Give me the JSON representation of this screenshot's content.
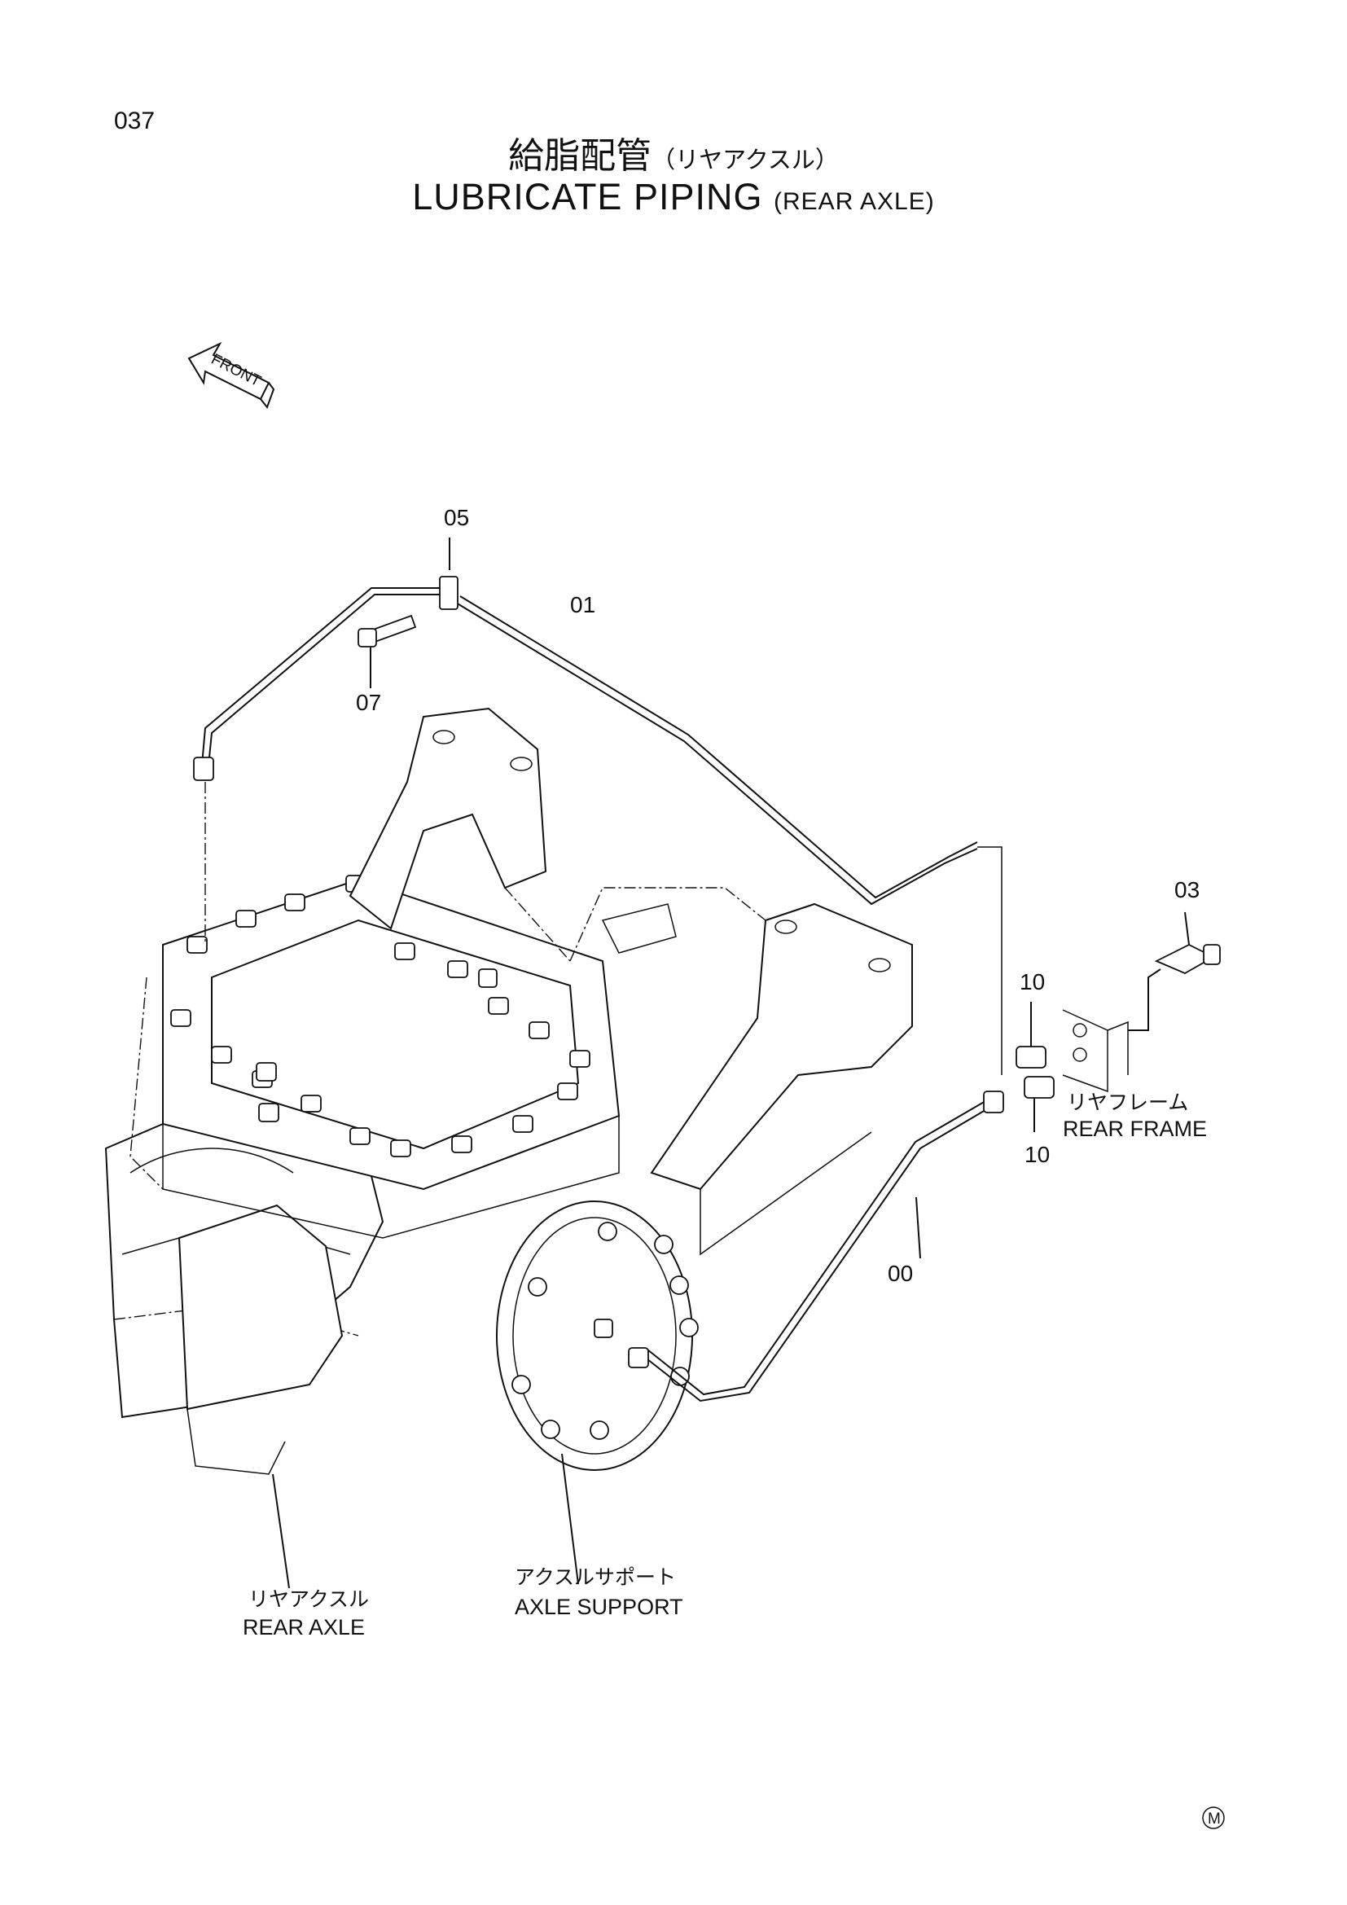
{
  "header": {
    "page_number": "037",
    "title_jp": "給脂配管",
    "title_jp_sub": "（リヤアクスル）",
    "title_en": "LUBRICATE PIPING",
    "title_en_sub": "(REAR AXLE)"
  },
  "front_arrow": {
    "label": "FRONT"
  },
  "callouts": {
    "c05": "05",
    "c01": "01",
    "c07": "07",
    "c03": "03",
    "c10a": "10",
    "c10b": "10",
    "c00": "00"
  },
  "labels": {
    "rear_frame_jp": "リヤフレーム",
    "rear_frame_en": "REAR FRAME",
    "rear_axle_jp": "リヤアクスル",
    "rear_axle_en": "REAR AXLE",
    "axle_support_jp": "アクスルサポート",
    "axle_support_en": "AXLE SUPPORT"
  },
  "footer": {
    "mark": "M"
  }
}
